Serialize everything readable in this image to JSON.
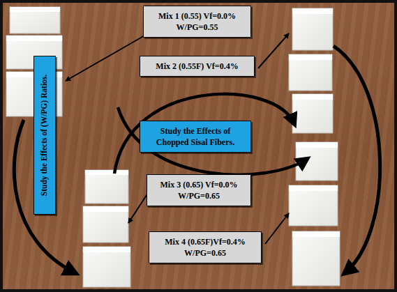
{
  "diagram": {
    "nodes": [
      {
        "text": [
          "Mix 1 (0.55) Vf=0.0% W/PG=0.55"
        ]
      },
      {
        "text": [
          "Mix 2 (0.55F) Vf=0.4%"
        ]
      },
      {
        "text": [
          "Study the Effects of (W/PG) Ratios."
        ]
      },
      {
        "text": [
          "Study the Effects of Chopped Sisal Fibers."
        ]
      },
      {
        "text": [
          "Mix 3 (0.65) Vf=0.0% W/PG=0.65"
        ]
      },
      {
        "text": [
          "Mix 4 (0.65F)Vf=0.4% W/PG=0.65"
        ]
      }
    ]
  }
}
